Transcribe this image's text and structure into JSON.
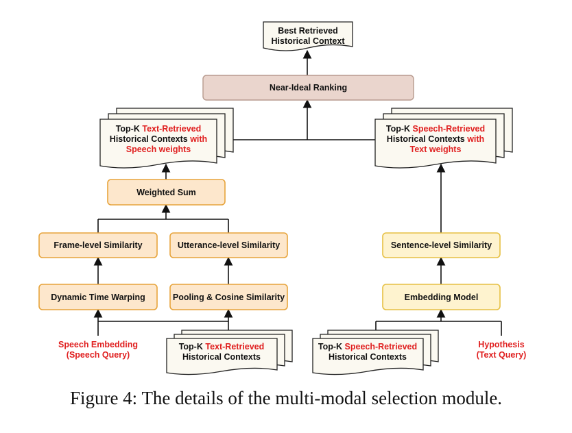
{
  "colors": {
    "box_orange_fill": "#fde7cc",
    "box_orange_stroke": "#e7a43b",
    "box_yellow_fill": "#fef3cf",
    "box_yellow_stroke": "#e6c043",
    "ranking_fill": "#ead5cd",
    "ranking_stroke": "#b79a8e",
    "doc_fill": "#fbf9f1",
    "doc_stroke": "#222222",
    "highlight_red": "#e02020"
  },
  "nodes": {
    "best_retrieved": {
      "line1": "Best Retrieved",
      "line2": "Historical Context"
    },
    "near_ideal_ranking": "Near-Ideal Ranking",
    "topk_text_weighted": {
      "l1_pre": "Top-K ",
      "l1_red": "Text-Retrieved",
      "l2_pre": "Historical Contexts ",
      "l2_red": "with",
      "l3_red": "Speech weights"
    },
    "topk_speech_weighted": {
      "l1_pre": "Top-K ",
      "l1_red": "Speech-Retrieved",
      "l2_pre": "Historical Contexts ",
      "l2_red": "with",
      "l3_red": "Text weights"
    },
    "weighted_sum": "Weighted Sum",
    "frame_similarity": "Frame-level Similarity",
    "utterance_similarity": "Utterance-level Similarity",
    "sentence_similarity": "Sentence-level Similarity",
    "dtw": "Dynamic Time Warping",
    "pooling_cosine": "Pooling & Cosine Similarity",
    "embedding_model": "Embedding Model",
    "speech_embedding": {
      "line1": "Speech Embedding",
      "line2": "(Speech Query)"
    },
    "topk_text_input": {
      "l1_pre": "Top-K ",
      "l1_red": "Text-Retrieved",
      "l2": "Historical Contexts"
    },
    "topk_speech_input": {
      "l1_pre": "Top-K ",
      "l1_red": "Speech-Retrieved",
      "l2": "Historical Contexts"
    },
    "hypothesis": {
      "line1": "Hypothesis",
      "line2": "(Text Query)"
    }
  },
  "caption": "Figure 4: The details of the multi-modal selection module."
}
